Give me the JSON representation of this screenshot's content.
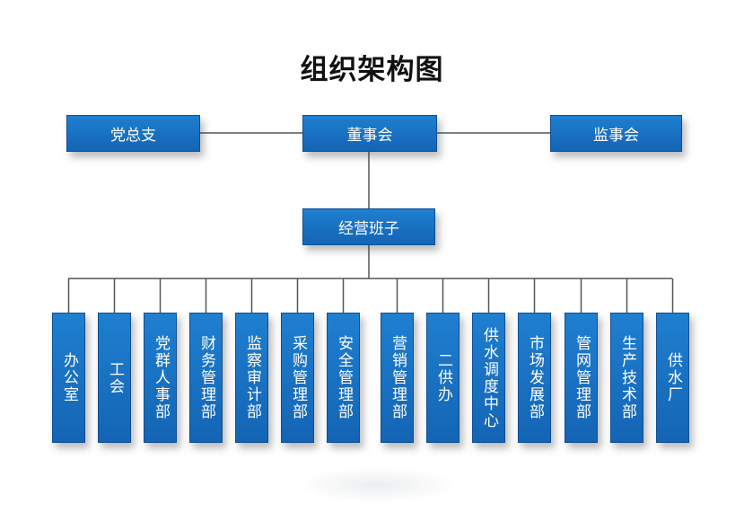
{
  "title": "组织架构图",
  "top_row": {
    "left": "党总支",
    "center": "董事会",
    "right": "监事会"
  },
  "management": "经营班子",
  "departments": [
    "办公室",
    "工会",
    "党群人事部",
    "财务管理部",
    "监察审计部",
    "采购管理部",
    "安全管理部",
    "营销管理部",
    "二供办",
    "供水调度中心",
    "市场发展部",
    "管网管理部",
    "生产技术部",
    "供水厂"
  ],
  "colors": {
    "box_fill": "#1a72c4",
    "line": "#555555",
    "text": "#ffffff"
  }
}
